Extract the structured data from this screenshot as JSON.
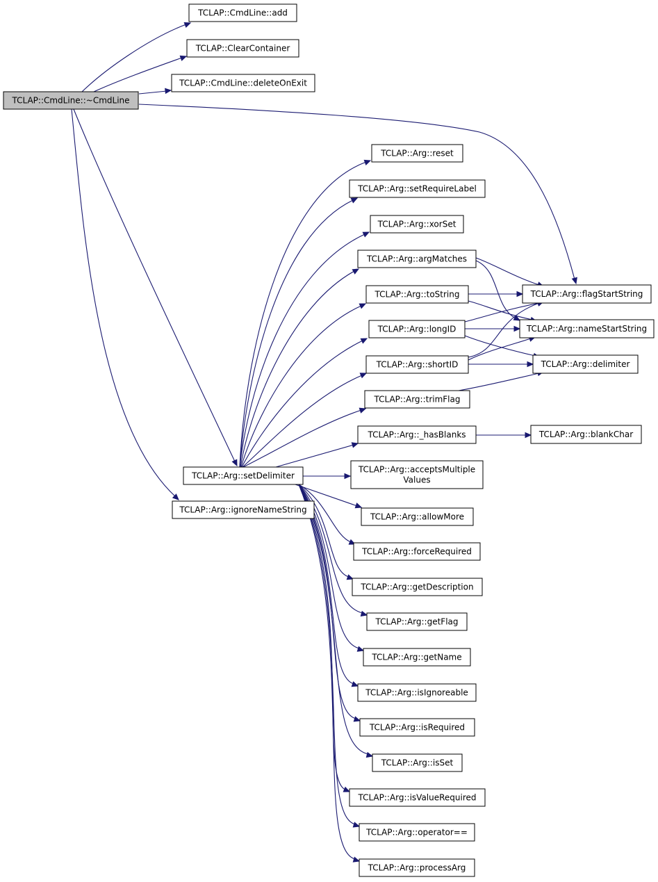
{
  "diagram": {
    "colors": {
      "edge": "#191970",
      "node_border": "#000000",
      "root_fill": "#bfbfbf",
      "node_fill": "#ffffff"
    },
    "nodes": [
      {
        "id": "root",
        "label": "TCLAP::CmdLine::~CmdLine",
        "root": true
      },
      {
        "id": "cl-add",
        "label": "TCLAP::CmdLine::add"
      },
      {
        "id": "clear-container",
        "label": "TCLAP::ClearContainer"
      },
      {
        "id": "cl-delete",
        "label": "TCLAP::CmdLine::deleteOnExit"
      },
      {
        "id": "reset",
        "label": "TCLAP::Arg::reset"
      },
      {
        "id": "setrequirelabel",
        "label": "TCLAP::Arg::setRequireLabel"
      },
      {
        "id": "xorset",
        "label": "TCLAP::Arg::xorSet"
      },
      {
        "id": "argmatches",
        "label": "TCLAP::Arg::argMatches"
      },
      {
        "id": "tostring",
        "label": "TCLAP::Arg::toString"
      },
      {
        "id": "longid",
        "label": "TCLAP::Arg::longID"
      },
      {
        "id": "shortid",
        "label": "TCLAP::Arg::shortID"
      },
      {
        "id": "trimflag",
        "label": "TCLAP::Arg::trimFlag"
      },
      {
        "id": "hasblanks",
        "label": "TCLAP::Arg::_hasBlanks"
      },
      {
        "id": "acceptsmultiple",
        "label": [
          "TCLAP::Arg::acceptsMultiple",
          "Values"
        ]
      },
      {
        "id": "allowmore",
        "label": "TCLAP::Arg::allowMore"
      },
      {
        "id": "forcerequired",
        "label": "TCLAP::Arg::forceRequired"
      },
      {
        "id": "getdescription",
        "label": "TCLAP::Arg::getDescription"
      },
      {
        "id": "getflag",
        "label": "TCLAP::Arg::getFlag"
      },
      {
        "id": "getname",
        "label": "TCLAP::Arg::getName"
      },
      {
        "id": "isignoreable",
        "label": "TCLAP::Arg::isIgnoreable"
      },
      {
        "id": "isrequired",
        "label": "TCLAP::Arg::isRequired"
      },
      {
        "id": "isset",
        "label": "TCLAP::Arg::isSet"
      },
      {
        "id": "isvaluerequired",
        "label": "TCLAP::Arg::isValueRequired"
      },
      {
        "id": "operator-eq",
        "label": "TCLAP::Arg::operator=="
      },
      {
        "id": "processarg",
        "label": "TCLAP::Arg::processArg"
      },
      {
        "id": "setdelimiter",
        "label": "TCLAP::Arg::setDelimiter"
      },
      {
        "id": "ignorenamestring",
        "label": "TCLAP::Arg::ignoreNameString"
      },
      {
        "id": "flagstartstring",
        "label": "TCLAP::Arg::flagStartString"
      },
      {
        "id": "namestartstring",
        "label": "TCLAP::Arg::nameStartString"
      },
      {
        "id": "delimiter",
        "label": "TCLAP::Arg::delimiter"
      },
      {
        "id": "blankchar",
        "label": "TCLAP::Arg::blankChar"
      }
    ],
    "edges": [
      [
        "root",
        "cl-add"
      ],
      [
        "root",
        "clear-container"
      ],
      [
        "root",
        "cl-delete"
      ],
      [
        "root",
        "flagstartstring"
      ],
      [
        "root",
        "setdelimiter"
      ],
      [
        "root",
        "ignorenamestring"
      ],
      [
        "setdelimiter",
        "reset"
      ],
      [
        "setdelimiter",
        "setrequirelabel"
      ],
      [
        "setdelimiter",
        "xorset"
      ],
      [
        "setdelimiter",
        "argmatches"
      ],
      [
        "setdelimiter",
        "tostring"
      ],
      [
        "setdelimiter",
        "longid"
      ],
      [
        "setdelimiter",
        "shortid"
      ],
      [
        "setdelimiter",
        "trimflag"
      ],
      [
        "setdelimiter",
        "hasblanks"
      ],
      [
        "setdelimiter",
        "acceptsmultiple"
      ],
      [
        "setdelimiter",
        "allowmore"
      ],
      [
        "setdelimiter",
        "forcerequired"
      ],
      [
        "setdelimiter",
        "getdescription"
      ],
      [
        "setdelimiter",
        "getflag"
      ],
      [
        "setdelimiter",
        "getname"
      ],
      [
        "setdelimiter",
        "isignoreable"
      ],
      [
        "setdelimiter",
        "isrequired"
      ],
      [
        "setdelimiter",
        "isset"
      ],
      [
        "setdelimiter",
        "isvaluerequired"
      ],
      [
        "setdelimiter",
        "operator-eq"
      ],
      [
        "setdelimiter",
        "processarg"
      ],
      [
        "argmatches",
        "flagstartstring"
      ],
      [
        "argmatches",
        "namestartstring"
      ],
      [
        "tostring",
        "flagstartstring"
      ],
      [
        "tostring",
        "namestartstring"
      ],
      [
        "longid",
        "flagstartstring"
      ],
      [
        "longid",
        "namestartstring"
      ],
      [
        "longid",
        "delimiter"
      ],
      [
        "shortid",
        "flagstartstring"
      ],
      [
        "shortid",
        "namestartstring"
      ],
      [
        "shortid",
        "delimiter"
      ],
      [
        "trimflag",
        "delimiter"
      ],
      [
        "hasblanks",
        "blankchar"
      ]
    ]
  }
}
